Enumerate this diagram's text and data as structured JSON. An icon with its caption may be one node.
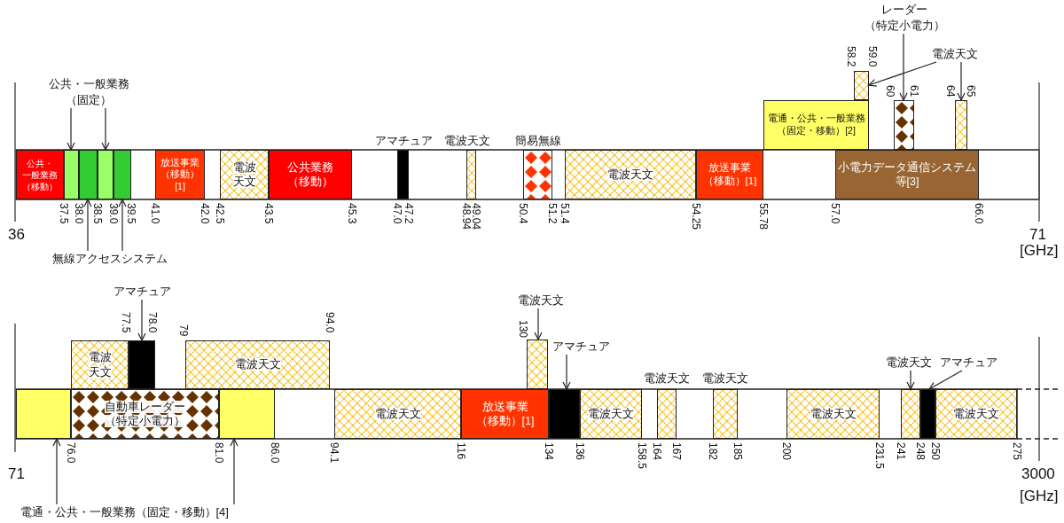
{
  "diagram": {
    "nodes": [
      {
        "text": [
          "公共・一般業務（固定）"
        ]
      },
      {
        "text": [
          "無線アクセスシステム"
        ]
      },
      {
        "text": [
          "レーダー（特定小電力）"
        ]
      },
      {
        "text": [
          "電波天文"
        ]
      },
      {
        "text": [
          "公共・一般業務（移動）"
        ]
      },
      {
        "text": [],
        "shape": "box"
      },
      {
        "text": [],
        "shape": "box"
      },
      {
        "text": [],
        "shape": "box"
      },
      {
        "text": [],
        "shape": "box"
      },
      {
        "text": [
          "放送事業（移動）[1]"
        ]
      },
      {
        "text": [
          "電波天文"
        ]
      },
      {
        "text": [
          "公共業務（移動）"
        ]
      },
      {
        "text": [],
        "shape": "box",
        "beside": [
          "アマチュア"
        ]
      },
      {
        "text": [],
        "shape": "box",
        "beside": [
          "電波天文"
        ]
      },
      {
        "text": [],
        "shape": "box",
        "beside": [
          "簡易無線"
        ]
      },
      {
        "text": [
          "電波天文"
        ]
      },
      {
        "text": [
          "放送事業（移動）[1]"
        ]
      },
      {
        "text": [
          "電通・公共・一般業務（固定・移動）[2]"
        ]
      },
      {
        "text": [],
        "shape": "box"
      },
      {
        "text": [
          "小電力データ通信システム等[3]"
        ]
      },
      {
        "text": [],
        "shape": "box"
      },
      {
        "text": [],
        "shape": "box"
      },
      {
        "text": [
          "アマチュア"
        ]
      },
      {
        "text": [
          "電波天文"
        ]
      },
      {
        "text": [
          "アマチュア"
        ]
      },
      {
        "text": [
          "電波天文"
        ]
      },
      {
        "text": [
          "アマチュア"
        ]
      },
      {
        "text": [
          "電通・公共・一般業務（固定・移動）[4]"
        ]
      },
      {
        "text": [
          "電波天文"
        ]
      },
      {
        "text": [],
        "shape": "box"
      },
      {
        "text": [
          "電波天文"
        ]
      },
      {
        "text": [],
        "shape": "box"
      },
      {
        "text": [
          "自動車レーダー（特定小電力）"
        ]
      },
      {
        "text": [],
        "shape": "box"
      },
      {
        "text": [
          "電波天文"
        ]
      },
      {
        "text": [
          "放送事業（移動）[1]"
        ]
      },
      {
        "text": [],
        "shape": "box"
      },
      {
        "text": [],
        "shape": "box"
      },
      {
        "text": [
          "電波天文"
        ]
      },
      {
        "text": [],
        "shape": "box",
        "beside": [
          "電波天文"
        ]
      },
      {
        "text": [],
        "shape": "box",
        "beside": [
          "電波天文"
        ]
      },
      {
        "text": [
          "電波天文"
        ]
      },
      {
        "text": [],
        "shape": "box"
      },
      {
        "text": [],
        "shape": "box"
      },
      {
        "text": [
          "電波天文"
        ]
      }
    ],
    "edges": [
      {
        "from": 0,
        "to": 5,
        "arrow": "to"
      },
      {
        "from": 0,
        "to": 7,
        "arrow": "to"
      },
      {
        "from": 1,
        "to": 6,
        "arrow": "to"
      },
      {
        "from": 1,
        "to": 8,
        "arrow": "to"
      },
      {
        "from": 2,
        "to": 20,
        "arrow": "to"
      },
      {
        "from": 3,
        "to": 18,
        "arrow": "to"
      },
      {
        "from": 3,
        "to": 21,
        "arrow": "to"
      },
      {
        "from": 22,
        "to": 29,
        "arrow": "to"
      },
      {
        "from": 23,
        "to": 36,
        "arrow": "to"
      },
      {
        "from": 24,
        "to": 37,
        "arrow": "to"
      },
      {
        "from": 25,
        "to": 42,
        "arrow": "to"
      },
      {
        "from": 26,
        "to": 43,
        "arrow": "to"
      },
      {
        "from": 27,
        "to": 31,
        "arrow": "to"
      },
      {
        "from": 27,
        "to": 33,
        "arrow": "to"
      }
    ],
    "labels": [
      "58.2",
      "59.0",
      "60",
      "61",
      "64",
      "65",
      "37.5",
      "38.0",
      "38.5",
      "39.0",
      "39.5",
      "41.0",
      "42.0",
      "42.5",
      "43.5",
      "45.3",
      "47.0",
      "47.2",
      "48.94",
      "49.04",
      "50.4",
      "51.2",
      "51.4",
      "54.25",
      "55.78",
      "57.0",
      "66.0",
      "36",
      "71",
      "[GHz]",
      "77.5",
      "78.0",
      "79",
      "94.0",
      "130",
      "76.0",
      "81.0",
      "86.0",
      "94.1",
      "116",
      "134",
      "136",
      "158.5",
      "164",
      "167",
      "182",
      "185",
      "200",
      "231.5",
      "241",
      "248",
      "250",
      "275",
      "71",
      "3000",
      "[GHz]"
    ]
  }
}
